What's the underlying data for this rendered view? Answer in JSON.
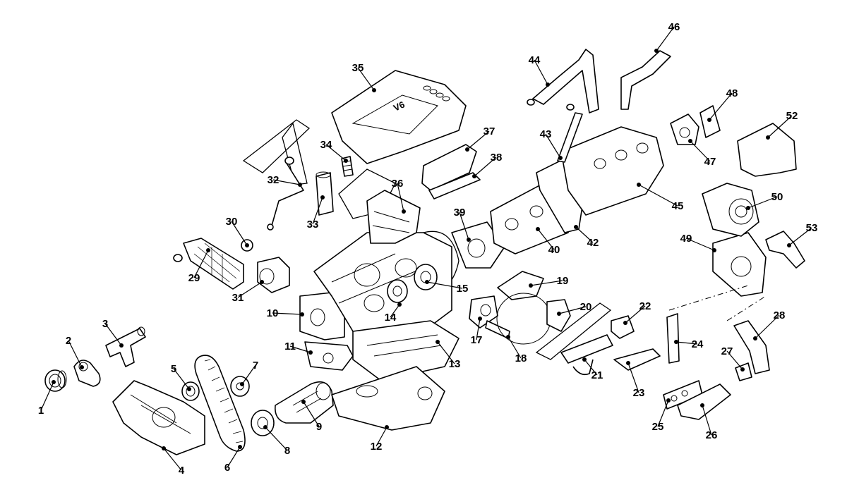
{
  "diagram": {
    "callouts": [
      {
        "id": "1",
        "label": "1"
      },
      {
        "id": "2",
        "label": "2"
      },
      {
        "id": "3",
        "label": "3"
      },
      {
        "id": "4",
        "label": "4"
      },
      {
        "id": "5",
        "label": "5"
      },
      {
        "id": "6",
        "label": "6"
      },
      {
        "id": "7",
        "label": "7"
      },
      {
        "id": "8",
        "label": "8"
      },
      {
        "id": "9",
        "label": "9"
      },
      {
        "id": "10",
        "label": "10"
      },
      {
        "id": "11",
        "label": "11"
      },
      {
        "id": "12",
        "label": "12"
      },
      {
        "id": "13",
        "label": "13"
      },
      {
        "id": "14",
        "label": "14"
      },
      {
        "id": "15",
        "label": "15"
      },
      {
        "id": "17",
        "label": "17"
      },
      {
        "id": "18",
        "label": "18"
      },
      {
        "id": "19",
        "label": "19"
      },
      {
        "id": "20",
        "label": "20"
      },
      {
        "id": "21",
        "label": "21"
      },
      {
        "id": "22",
        "label": "22"
      },
      {
        "id": "23",
        "label": "23"
      },
      {
        "id": "24",
        "label": "24"
      },
      {
        "id": "25",
        "label": "25"
      },
      {
        "id": "26",
        "label": "26"
      },
      {
        "id": "27",
        "label": "27"
      },
      {
        "id": "28",
        "label": "28"
      },
      {
        "id": "29",
        "label": "29"
      },
      {
        "id": "30",
        "label": "30"
      },
      {
        "id": "31",
        "label": "31"
      },
      {
        "id": "32",
        "label": "32"
      },
      {
        "id": "33",
        "label": "33"
      },
      {
        "id": "34",
        "label": "34"
      },
      {
        "id": "35",
        "label": "35"
      },
      {
        "id": "36",
        "label": "36"
      },
      {
        "id": "37",
        "label": "37"
      },
      {
        "id": "38",
        "label": "38"
      },
      {
        "id": "39",
        "label": "39"
      },
      {
        "id": "40",
        "label": "40"
      },
      {
        "id": "42",
        "label": "42"
      },
      {
        "id": "43",
        "label": "43"
      },
      {
        "id": "44",
        "label": "44"
      },
      {
        "id": "45",
        "label": "45"
      },
      {
        "id": "46",
        "label": "46"
      },
      {
        "id": "47",
        "label": "47"
      },
      {
        "id": "48",
        "label": "48"
      },
      {
        "id": "49",
        "label": "49"
      },
      {
        "id": "50",
        "label": "50"
      },
      {
        "id": "52",
        "label": "52"
      },
      {
        "id": "53",
        "label": "53"
      }
    ],
    "engine_cover_text": "V6",
    "colors": {
      "ink": "#000000",
      "paper": "#ffffff"
    }
  }
}
